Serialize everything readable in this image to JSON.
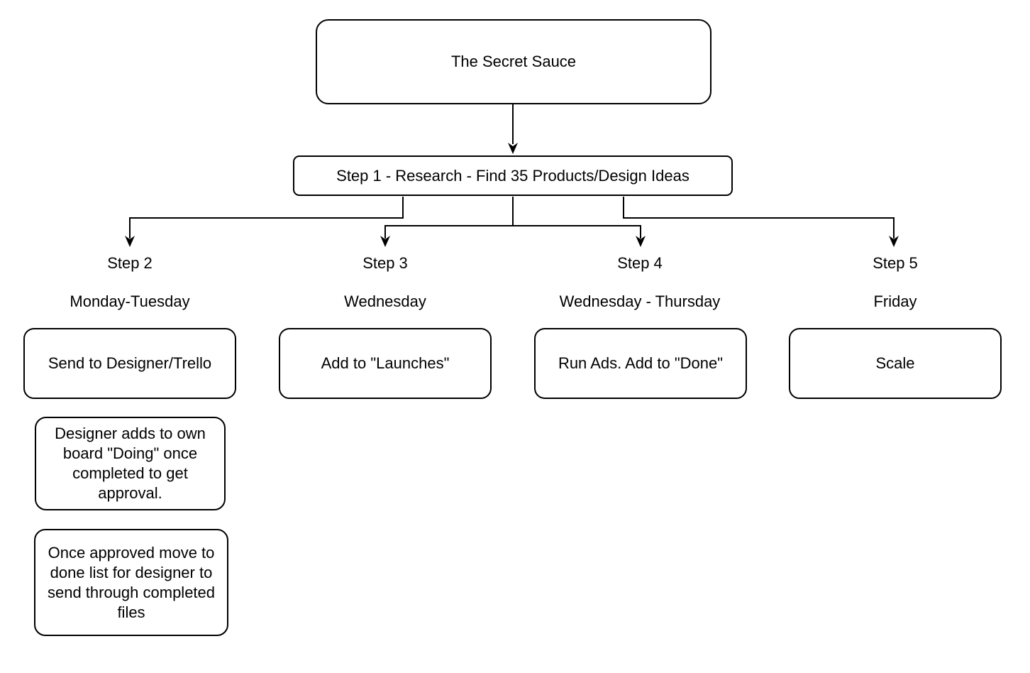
{
  "diagram": {
    "title_box": {
      "label": "The Secret Sauce"
    },
    "step1_box": {
      "label": "Step 1 - Research - Find 35 Products/Design Ideas"
    },
    "columns": [
      {
        "step_label": "Step 2",
        "day_label": "Monday-Tuesday",
        "box_label": "Send to Designer/Trello"
      },
      {
        "step_label": "Step 3",
        "day_label": "Wednesday",
        "box_label": "Add to \"Launches\""
      },
      {
        "step_label": "Step 4",
        "day_label": "Wednesday - Thursday",
        "box_label": "Run Ads. Add to \"Done\""
      },
      {
        "step_label": "Step 5",
        "day_label": "Friday",
        "box_label": "Scale"
      }
    ],
    "notes": [
      {
        "label": "Designer adds to own board \"Doing\" once completed to get approval."
      },
      {
        "label": "Once approved move to done list for designer to send through completed files"
      }
    ],
    "colors": {
      "stroke": "#000000",
      "fill": "#ffffff",
      "text": "#000000",
      "background": "#ffffff"
    }
  }
}
